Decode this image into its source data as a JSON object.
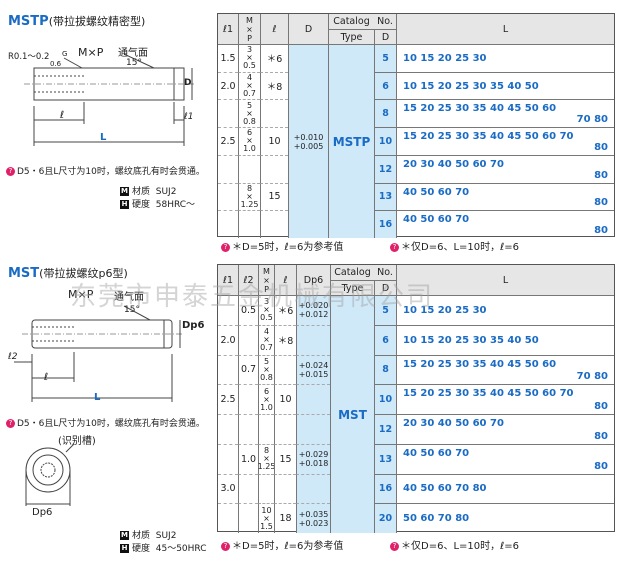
{
  "mstp": {
    "title": "MSTP",
    "subtitle": "(带拉拔螺纹精密型)",
    "diagram": {
      "r_label": "R0.1～0.2",
      "g_label": "G",
      "angle_label": "0.6",
      "thread_label": "M×P",
      "vent_label": "通气面",
      "chamfer_label": "15°",
      "d_label": "D",
      "d_tol": "+0.010\n+0.005",
      "l_label": "ℓ",
      "l1_label": "ℓ1",
      "L_label": "L"
    },
    "note": "D5・6且L尺寸为10时，螺纹底孔有时会贯通。",
    "material_label": "材质",
    "material_value": "SUJ2",
    "hardness_label": "硬度",
    "hardness_value": "58HRC～",
    "headers": {
      "l1": "ℓ1",
      "mp_m": "M",
      "mp_x": "×",
      "mp_p": "P",
      "l": "ℓ",
      "d": "D",
      "catalog_no": "Catalog No.",
      "catalog": "Catalog",
      "no": "No.",
      "type": "Type",
      "dcol": "D",
      "L": "L"
    },
    "type_name": "MSTP",
    "tol": "+0.010\n+0.005",
    "rows": [
      {
        "l1": "1.5",
        "mp": [
          "3",
          "×",
          "0.5"
        ],
        "l": "＊6",
        "d": "5",
        "L": "10 15 20 25 30"
      },
      {
        "l1": "2.0",
        "mp": [
          "4",
          "×",
          "0.7"
        ],
        "l": "＊8",
        "d": "6",
        "L": "10 15 20 25 30 35 40  50"
      },
      {
        "l1": "",
        "mp": [
          "5",
          "×",
          "0.8"
        ],
        "l": "",
        "d": "8",
        "L": "15 20 25 30 35 40 45 50 60",
        "L2": "70 80"
      },
      {
        "l1": "2.5",
        "mp": [
          "6",
          "×",
          "1.0"
        ],
        "l": "10",
        "d": "10",
        "L": "15 20 25 30 35 40 45 50 60 70",
        "L2": "80"
      },
      {
        "l1": "",
        "mp": [],
        "l": "",
        "d": "12",
        "L": "20  30  40  50 60 70",
        "L2": "80"
      },
      {
        "l1": "",
        "mp": [
          "8",
          "×",
          "1.25"
        ],
        "l": "15",
        "d": "13",
        "L": "40  50 60 70",
        "L2": "80"
      },
      {
        "l1": "",
        "mp": [],
        "l": "",
        "d": "16",
        "L": "40  50 60 70",
        "L2": "80"
      }
    ],
    "footer_a": "＊D=5时，ℓ=6为参考值",
    "footer_b": "＊仅D=6、L=10时，ℓ=6"
  },
  "mst": {
    "title": "MST",
    "subtitle": "(带拉拔螺纹p6型)",
    "diagram": {
      "thread_label": "M×P",
      "vent_label": "通气面",
      "chamfer_label": "15°",
      "d_label": "Dp6",
      "l2_label": "ℓ2",
      "l_label": "ℓ",
      "L_label": "L",
      "groove_label": "(识别槽)",
      "dp6_label": "Dp6"
    },
    "note": "D5・6且L尺寸为10时，螺纹底孔有时会贯通。",
    "material_label": "材质",
    "material_value": "SUJ2",
    "hardness_label": "硬度",
    "hardness_value": "45～50HRC",
    "headers": {
      "l1": "ℓ1",
      "l2": "ℓ2",
      "mp_m": "M",
      "mp_x": "×",
      "mp_p": "P",
      "l": "ℓ",
      "d": "Dp6",
      "catalog": "Catalog",
      "no": "No.",
      "type": "Type",
      "dcol": "D",
      "L": "L"
    },
    "type_name": "MST",
    "rows": [
      {
        "l1": "",
        "l2": "0.5",
        "mp": [
          "3",
          "×",
          "0.5"
        ],
        "l": "＊6",
        "tol": "+0.020\n+0.012",
        "d": "5",
        "L": "10 15 20 25 30"
      },
      {
        "l1": "2.0",
        "l2": "",
        "mp": [
          "4",
          "×",
          "0.7"
        ],
        "l": "＊8",
        "tol": "",
        "d": "6",
        "L": "10 15 20 25 30 35 40  50"
      },
      {
        "l1": "",
        "l2": "0.7",
        "mp": [
          "5",
          "×",
          "0.8"
        ],
        "l": "",
        "tol": "+0.024\n+0.015",
        "d": "8",
        "L": "15 20 25 30 35 40 45 50 60",
        "L2": "70 80"
      },
      {
        "l1": "2.5",
        "l2": "",
        "mp": [
          "6",
          "×",
          "1.0"
        ],
        "l": "10",
        "tol": "",
        "d": "10",
        "L": "15 20 25 30 35 40 45 50 60 70",
        "L2": "80"
      },
      {
        "l1": "",
        "l2": "",
        "mp": [],
        "l": "",
        "tol": "",
        "d": "12",
        "L": "20  30  40  50 60 70",
        "L2": "80"
      },
      {
        "l1": "",
        "l2": "1.0",
        "mp": [
          "8",
          "×",
          "1.25"
        ],
        "l": "15",
        "tol": "+0.029\n+0.018",
        "d": "13",
        "L": "40  50 60 70",
        "L2": "80"
      },
      {
        "l1": "3.0",
        "l2": "",
        "mp": [],
        "l": "",
        "tol": "",
        "d": "16",
        "L": "40  50 60 70 80"
      },
      {
        "l1": "",
        "l2": "",
        "mp": [
          "10",
          "×",
          "1.5"
        ],
        "l": "18",
        "tol": "+0.035\n+0.023",
        "d": "20",
        "L": "50 60 70 80"
      }
    ],
    "footer_a": "＊D=5时，ℓ=6为参考值",
    "footer_b": "＊仅D=6、L=10时，ℓ=6"
  },
  "watermark": "东莞市申泰五金机械有限公司",
  "colors": {
    "blue_text": "#1a6bc4",
    "col_bg": "#cfe9f8",
    "head_bg": "#e6e6e6",
    "icon_pink": "#e0216a"
  }
}
